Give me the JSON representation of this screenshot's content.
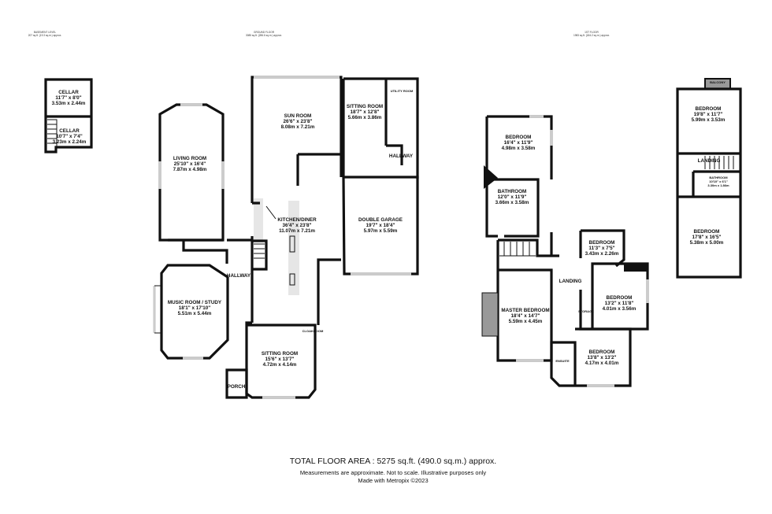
{
  "levels": {
    "basement": {
      "name": "BASEMENT LEVEL",
      "area": "207 sq.ft. (19.3 sq.m.) approx."
    },
    "ground": {
      "name": "GROUND FLOOR",
      "area": "3085 sq.ft. (286.6 sq.m.) approx."
    },
    "first": {
      "name": "1ST FLOOR",
      "area": "1983 sq.ft. (184.2 sq.m.) approx."
    }
  },
  "rooms": {
    "cellar1": {
      "name": "CELLAR",
      "imp": "11'7\" x 8'0\"",
      "met": "3.53m x 2.44m"
    },
    "cellar2": {
      "name": "CELLAR",
      "imp": "10'7\" x 7'4\"",
      "met": "3.23m x 2.24m"
    },
    "living": {
      "name": "LIVING ROOM",
      "imp": "25'10\" x 16'4\"",
      "met": "7.87m x 4.98m"
    },
    "music": {
      "name": "MUSIC ROOM / STUDY",
      "imp": "18'1\" x 17'10\"",
      "met": "5.51m x 5.44m"
    },
    "hallway": {
      "name": "HALLWAY"
    },
    "porch": {
      "name": "PORCH"
    },
    "sun": {
      "name": "SUN ROOM",
      "imp": "26'6\" x 23'8\"",
      "met": "8.08m x 7.21m"
    },
    "sitting_top": {
      "name": "SITTING ROOM",
      "imp": "18'7\" x 12'8\"",
      "met": "5.66m x 3.86m"
    },
    "utility": {
      "name": "UTILITY ROOM"
    },
    "hallway2": {
      "name": "HALLWAY"
    },
    "kitchen": {
      "name": "KITCHEN/DINER",
      "imp": "36'4\" x 23'8\"",
      "met": "11.07m x 7.21m"
    },
    "garage": {
      "name": "DOUBLE GARAGE",
      "imp": "19'7\" x 18'4\"",
      "met": "5.97m x 5.59m"
    },
    "sitting_bottom": {
      "name": "SITTING ROOM",
      "imp": "15'6\" x 13'7\"",
      "met": "4.72m x 4.14m"
    },
    "cloakroom": {
      "name": "CLOAKROOM"
    },
    "bed1": {
      "name": "BEDROOM",
      "imp": "16'4\" x 11'9\"",
      "met": "4.98m x 3.58m"
    },
    "bath1": {
      "name": "BATHROOM",
      "imp": "12'0\" x 11'9\"",
      "met": "3.66m x 3.58m"
    },
    "master": {
      "name": "MASTER BEDROOM",
      "imp": "18'4\" x 14'7\"",
      "met": "5.59m x 4.45m"
    },
    "landing": {
      "name": "LANDING"
    },
    "bed_small": {
      "name": "BEDROOM",
      "imp": "11'3\" x 7'5\"",
      "met": "3.43m x 2.26m"
    },
    "bed_mid": {
      "name": "BEDROOM",
      "imp": "13'2\" x 11'8\"",
      "met": "4.01m x 3.56m"
    },
    "bed_low": {
      "name": "BEDROOM",
      "imp": "13'8\" x 13'2\"",
      "met": "4.17m x 4.01m"
    },
    "storage": {
      "name": "STORAGE"
    },
    "ensuite": {
      "name": "ENSUITE"
    },
    "bed_r1": {
      "name": "BEDROOM",
      "imp": "19'8\" x 11'7\"",
      "met": "5.99m x 3.53m"
    },
    "landing_r": {
      "name": "LANDING"
    },
    "bath_r": {
      "name": "BATHROOM",
      "imp": "10'10\" x 6'1\"",
      "met": "3.30m x 1.86m"
    },
    "bed_r2": {
      "name": "BEDROOM",
      "imp": "17'8\" x 16'5\"",
      "met": "5.38m x 5.00m"
    },
    "balcony": {
      "name": "BALCONY"
    }
  },
  "footer": {
    "total": "TOTAL FLOOR AREA : 5275 sq.ft. (490.0 sq.m.) approx.",
    "disclaimer": "Measurements are approximate.  Not to scale.  Illustrative purposes only",
    "credit": "Made with Metropix ©2023"
  }
}
